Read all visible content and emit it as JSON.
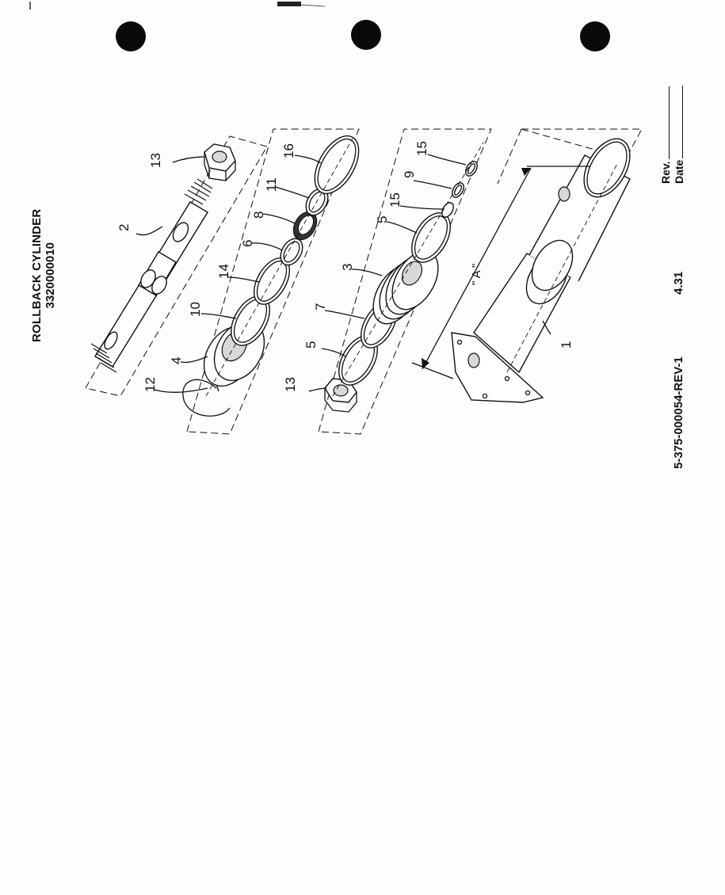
{
  "document": {
    "title": "ROLLBACK CYLINDER",
    "part_number": "3320000010",
    "document_number": "5-375-000054-REV-1",
    "page_number": "4.31",
    "rev_label": "Rev.",
    "date_label": "Date"
  },
  "callouts": {
    "c1": "1",
    "c2": "2",
    "c3": "3",
    "c4": "4",
    "c5a": "5",
    "c5b": "5",
    "c6": "6",
    "c7": "7",
    "c8": "8",
    "c9": "9",
    "c10": "10",
    "c11": "11",
    "c12": "12",
    "c13a": "13",
    "c13b": "13",
    "c14": "14",
    "c15a": "15",
    "c15b": "15",
    "c16": "16",
    "view_a": "\" A \""
  }
}
